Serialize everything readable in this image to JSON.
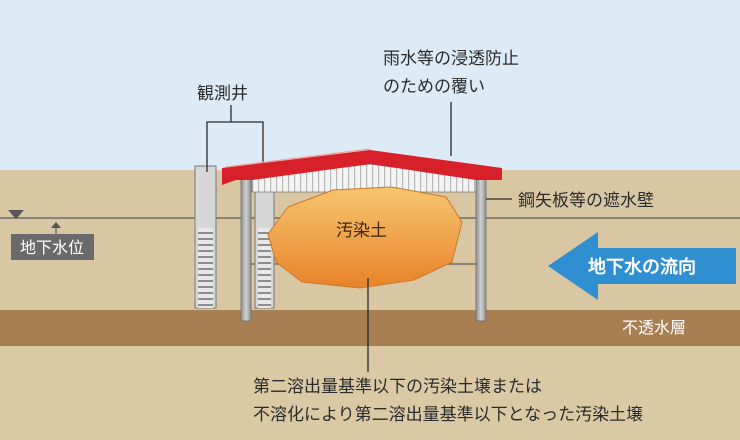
{
  "labels": {
    "observation_well": "観測井",
    "rain_cover_line1": "雨水等の浸透防止",
    "rain_cover_line2": "のための覆い",
    "steel_sheet_wall": "鋼矢板等の遮水壁",
    "groundwater_level": "地下水位",
    "contaminated_soil": "汚染土",
    "groundwater_flow": "地下水の流向",
    "impermeable_layer": "不透水層",
    "caption_line1": "第二溶出量基準以下の汚染土壌または",
    "caption_line2": "不溶化により第二溶出量基準以下となった汚染土壌"
  },
  "colors": {
    "sky": "#dcebf5",
    "ground": "#d9c7a3",
    "impermeable_layer": "#a87e53",
    "cover": "#d8202a",
    "flow_arrow": "#2f8fd0",
    "soil_mass_top": "#f6c06a",
    "soil_mass_bottom": "#e9862b",
    "wall": "#a9a9a9"
  }
}
